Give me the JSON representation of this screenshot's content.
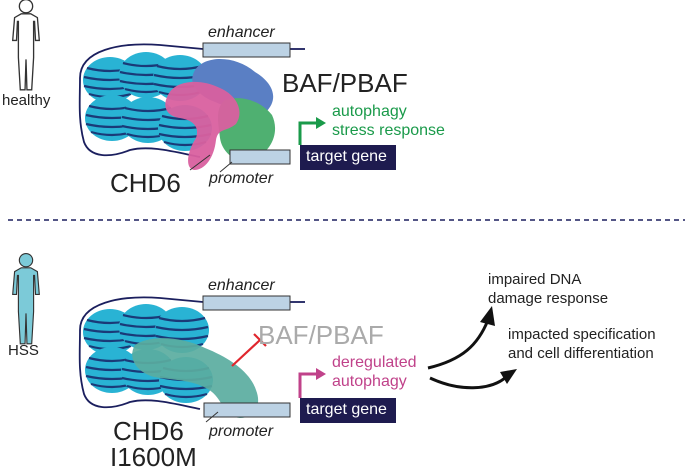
{
  "panels": {
    "healthy": {
      "condition": "healthy",
      "enhancer": "enhancer",
      "promoter": "promoter",
      "complex": "BAF/PBAF",
      "remodeler": "CHD6",
      "target_gene": "target gene",
      "outcome_line1": "autophagy",
      "outcome_line2": "stress response"
    },
    "hss": {
      "condition": "HSS",
      "enhancer": "enhancer",
      "promoter": "promoter",
      "complex": "BAF/PBAF",
      "remodeler_line1": "CHD6",
      "remodeler_line2": "I1600M",
      "target_gene": "target gene",
      "outcome_line1": "deregulated",
      "outcome_line2": "autophagy",
      "effect1_line1": "impaired DNA",
      "effect1_line2": "damage response",
      "effect2_line1": "impacted specification",
      "effect2_line2": "and cell differentiation"
    }
  },
  "colors": {
    "nucleosome": "#29b3d4",
    "nucleosome_band": "#1a3a78",
    "dna": "#1b1f5e",
    "chd6": "#d9609f",
    "baf_blue": "#5a7fc4",
    "baf_green": "#4fb071",
    "chd6_mutant": "#5aada0",
    "gene_box": "#1e1b4f",
    "element_box": "#bcd2e4",
    "healthy_arrow": "#1a9a4a",
    "hss_arrow": "#c0428a",
    "inhibition": "#e0262d",
    "faded_text": "#aaaaaa",
    "person_healthy": "#ffffff",
    "person_hss": "#7ccad8"
  },
  "icons": {
    "healthy_person": "person-outline-icon",
    "hss_person": "person-filled-icon"
  }
}
